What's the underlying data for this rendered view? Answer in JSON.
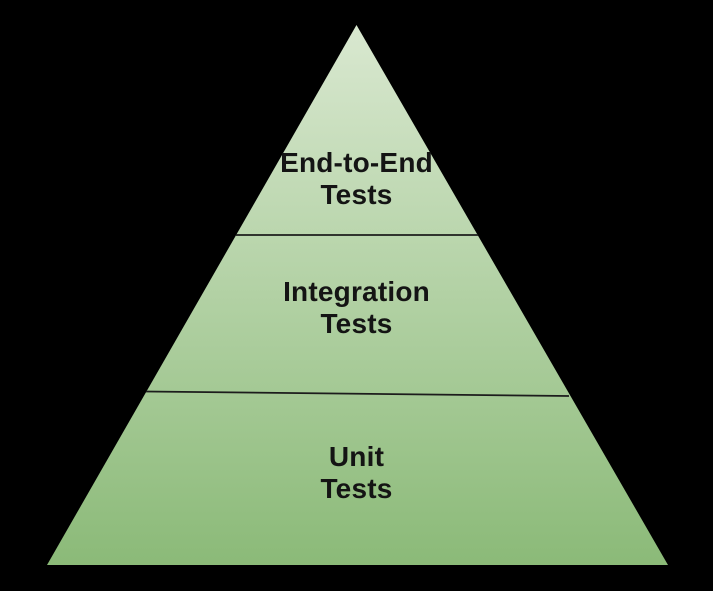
{
  "colors": {
    "background": "#000000",
    "pyramid_top": "#d9e8d0",
    "pyramid_bottom": "#8bba78",
    "divider": "#1c1c1c",
    "text": "#141414"
  },
  "pyramid": {
    "levels": [
      {
        "name": "end-to-end-tests",
        "line1": "End-to-End",
        "line2": "Tests"
      },
      {
        "name": "integration-tests",
        "line1": "Integration",
        "line2": "Tests"
      },
      {
        "name": "unit-tests",
        "line1": "Unit",
        "line2": "Tests"
      }
    ]
  }
}
